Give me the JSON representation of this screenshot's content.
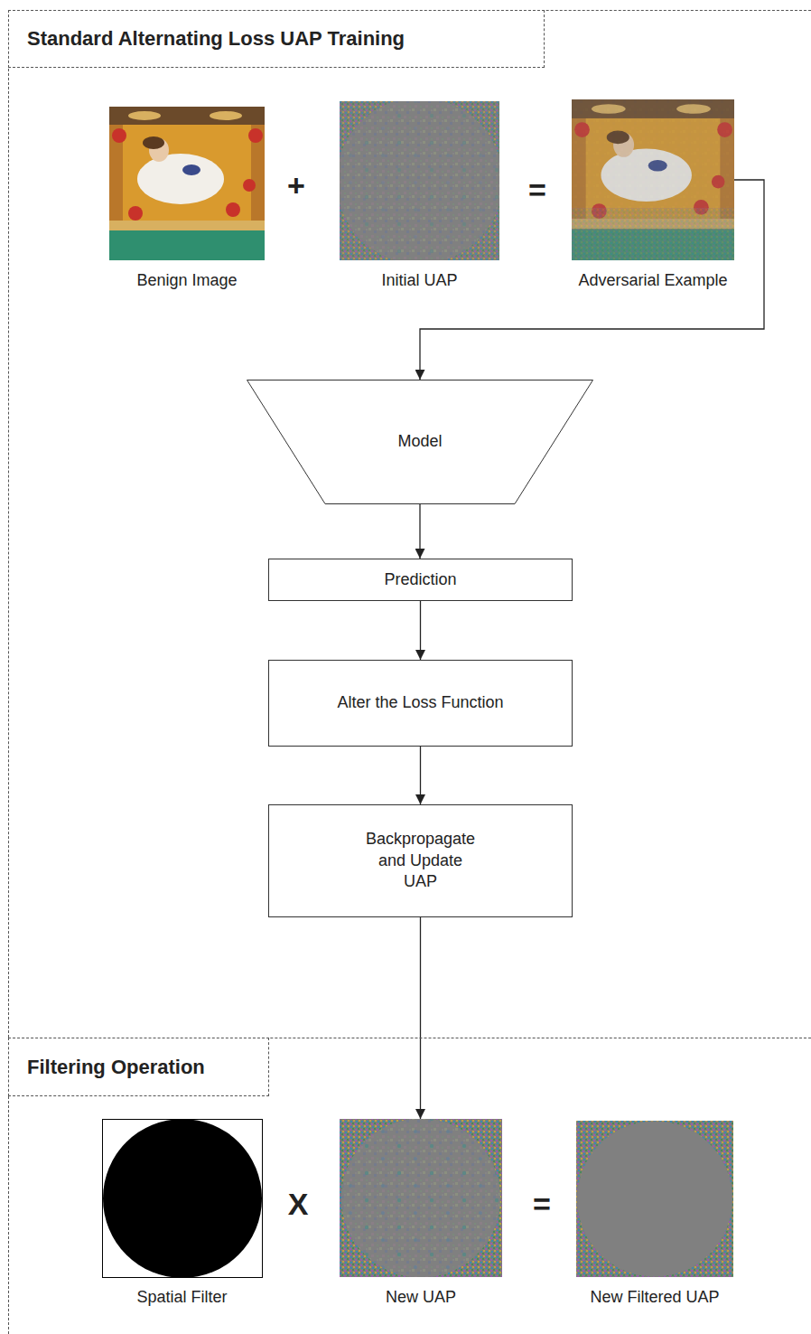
{
  "diagram": {
    "nodes": [
      {
        "text": [
          "Standard Alternating Loss UAP Training"
        ]
      },
      {
        "text": [
          "Benign Image"
        ],
        "in": 0
      },
      {
        "text": [
          "Initial UAP"
        ],
        "in": 0
      },
      {
        "text": [
          "Adversarial Example"
        ],
        "in": 0
      },
      {
        "text": [
          "Model"
        ],
        "in": 0
      },
      {
        "text": [
          "Prediction"
        ],
        "in": 0
      },
      {
        "text": [
          "Alter the Loss Function"
        ],
        "in": 0
      },
      {
        "text": [
          "Backpropagate and Update UAP"
        ],
        "in": 0
      },
      {
        "text": [
          "Filtering Operation"
        ]
      },
      {
        "text": [
          "Spatial Filter"
        ],
        "in": 8
      },
      {
        "text": [
          "New UAP"
        ],
        "in": 8
      },
      {
        "text": [
          "New Filtered UAP"
        ],
        "in": 8
      }
    ],
    "edges": [
      {
        "from": 3,
        "to": 4,
        "arrow": "to"
      },
      {
        "from": 4,
        "to": 5,
        "arrow": "to"
      },
      {
        "from": 5,
        "to": 6,
        "arrow": "to"
      },
      {
        "from": 6,
        "to": 7,
        "arrow": "to"
      },
      {
        "from": 7,
        "to": 10,
        "arrow": "to"
      }
    ],
    "labels": [
      "+",
      "=",
      "X",
      "="
    ]
  }
}
